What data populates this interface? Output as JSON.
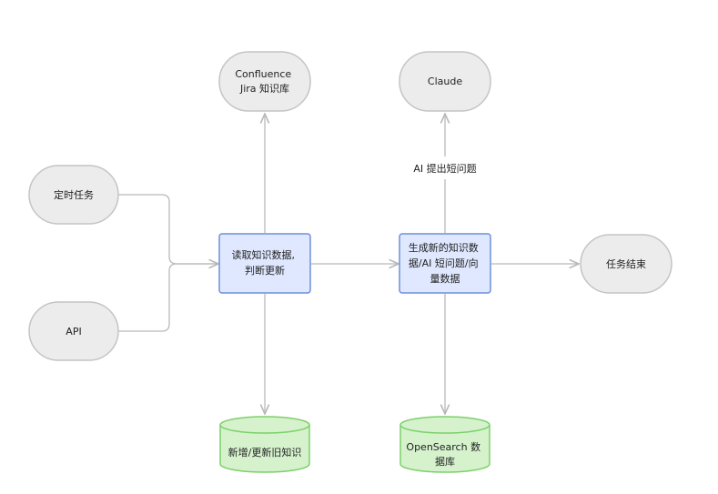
{
  "nodes": {
    "confluence": {
      "lines": [
        "Confluence",
        "Jira 知识库"
      ]
    },
    "claude": {
      "lines": [
        "Claude"
      ]
    },
    "scheduled": {
      "lines": [
        "定时任务"
      ]
    },
    "api": {
      "lines": [
        "API"
      ]
    },
    "read": {
      "lines": [
        "读取知识数据,",
        "判断更新"
      ]
    },
    "generate": {
      "lines": [
        "生成新的知识数",
        "据/AI 短问题/向",
        "量数据"
      ]
    },
    "end": {
      "lines": [
        "任务结束"
      ]
    },
    "store_new": {
      "lines": [
        "新增/更新旧知识"
      ]
    },
    "opensearch": {
      "lines": [
        "OpenSearch 数",
        "据库"
      ]
    }
  },
  "edges": {
    "ask_ai": "AI 提出短问题"
  },
  "colors": {
    "terminal_fill": "#ececec",
    "terminal_stroke": "#c4c4c4",
    "process_fill": "#dfe8ff",
    "process_stroke": "#6d8fd8",
    "db_fill": "#d6f2cd",
    "db_stroke": "#7bd06a",
    "arrow": "#b9b9b9"
  }
}
